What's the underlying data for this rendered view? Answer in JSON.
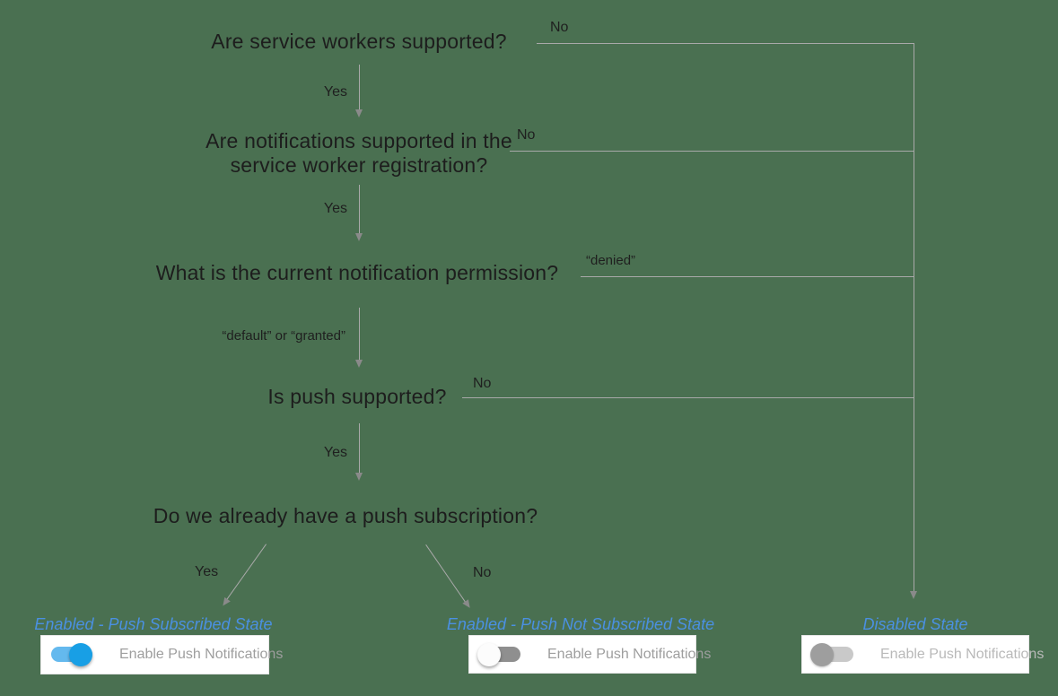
{
  "colors": {
    "background": "#4a7051",
    "line": "#a9a9a9",
    "question_text": "#1d1d1d",
    "state_title_blue": "#4a90e2",
    "toggle_on_thumb": "#189fe5",
    "toggle_on_track": "#64b9ee",
    "toggle_off_thumb": "#fcfcfc",
    "toggle_off_track": "#8f8f8f",
    "toggle_disabled_thumb": "#9e9e9e",
    "toggle_disabled_track": "#c9c9c9",
    "switch_label_gray": "#9e9e9e",
    "switch_label_disabled_gray": "#b9b9b9"
  },
  "flowchart": {
    "questions": [
      {
        "text": "Are service workers supported?",
        "yes": "Yes",
        "no": "No"
      },
      {
        "text": "Are notifications supported in the service worker registration?",
        "yes": "Yes",
        "no": "No"
      },
      {
        "text": "What is the current notification permission?",
        "yes": "“default” or “granted”",
        "no": "“denied”"
      },
      {
        "text": "Is push supported?",
        "yes": "Yes",
        "no": "No"
      },
      {
        "text": "Do we already have a push subscription?",
        "yes": "Yes",
        "no": "No"
      }
    ]
  },
  "states": [
    {
      "title": "Enabled - Push Subscribed State",
      "switch_label": "Enable Push Notifications",
      "toggle_state": "on"
    },
    {
      "title": "Enabled - Push Not Subscribed State",
      "switch_label": "Enable Push Notifications",
      "toggle_state": "off"
    },
    {
      "title": "Disabled State",
      "switch_label": "Enable Push Notifications",
      "toggle_state": "disabled"
    }
  ]
}
